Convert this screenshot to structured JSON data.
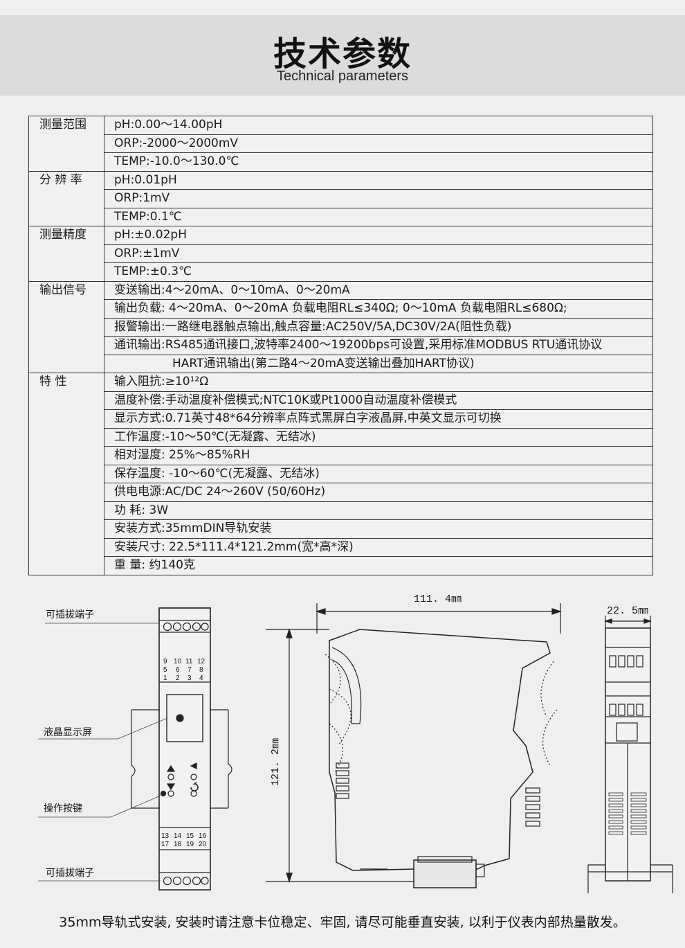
{
  "header": {
    "title": "技术参数",
    "subtitle": "Technical parameters"
  },
  "spec": {
    "measure": {
      "label": "测量范围",
      "rows": [
        "pH:0.00～14.00pH",
        "ORP:-2000～2000mV",
        "TEMP:-10.0～130.0℃"
      ]
    },
    "resolution": {
      "label": "分 辨 率",
      "rows": [
        "pH:0.01pH",
        "ORP:1mV",
        "TEMP:0.1℃"
      ]
    },
    "accuracy": {
      "label": "测量精度",
      "rows": [
        "pH:±0.02pH",
        "ORP:±1mV",
        "TEMP:±0.3℃"
      ]
    },
    "output": {
      "label": "输出信号",
      "rows": [
        "变送输出:4～20mA、0～10mA、0～20mA",
        "输出负载: 4～20mA、0～20mA 负载电阻RL≤340Ω; 0～10mA 负载电阻RL≤680Ω;",
        "报警输出:一路继电器触点输出,触点容量:AC250V/5A,DC30V/2A(阻性负载)",
        "通讯输出:RS485通讯接口,波特率2400～19200bps可设置,采用标准MODBUS RTU通讯协议",
        "HART通讯输出(第二路4～20mA变送输出叠加HART协议)"
      ]
    },
    "features": {
      "label": "特 性",
      "rows": [
        "输入阻抗:≥10¹²Ω",
        "温度补偿:手动温度补偿模式;NTC10K或Pt1000自动温度补偿模式",
        "显示方式:0.71英寸48*64分辨率点阵式黑屏白字液晶屏,中英文显示可切换",
        "工作温度:-10～50℃(无凝露、无结冰)",
        "相对湿度: 25%～85%RH",
        "保存温度: -10～60℃(无凝露、无结冰)",
        "供电电源:AC/DC 24～260V (50/60Hz)",
        "功 耗: 3W",
        "安装方式:35mmDIN导轨安装",
        "安装尺寸: 22.5*111.4*121.2mm(宽*高*深)",
        "重 量: 约140克"
      ]
    }
  },
  "diagram": {
    "labels": {
      "terminal_top": "可插拔端子",
      "lcd": "液晶显示屏",
      "buttons": "操作按键",
      "terminal_bottom": "可插拔端子"
    },
    "dimensions": {
      "width": "111. 4㎜",
      "height": "121. 2㎜",
      "depth": "22. 5㎜"
    },
    "terminals_top": {
      "row1": [
        "9",
        "10",
        "11",
        "12"
      ],
      "row2": [
        "5",
        "6",
        "7",
        "8"
      ],
      "row3": [
        "1",
        "2",
        "3",
        "4"
      ]
    },
    "terminals_bottom": {
      "row1": [
        "13",
        "14",
        "15",
        "16"
      ],
      "row2": [
        "17",
        "18",
        "19",
        "20"
      ]
    },
    "colors": {
      "highlight_terminal": "#d0241b",
      "line": "#222222"
    }
  },
  "footer": {
    "note": "35mm导轨式安装, 安装时请注意卡位稳定、牢固, 请尽可能垂直安装, 以利于仪表内部热量散发。"
  }
}
